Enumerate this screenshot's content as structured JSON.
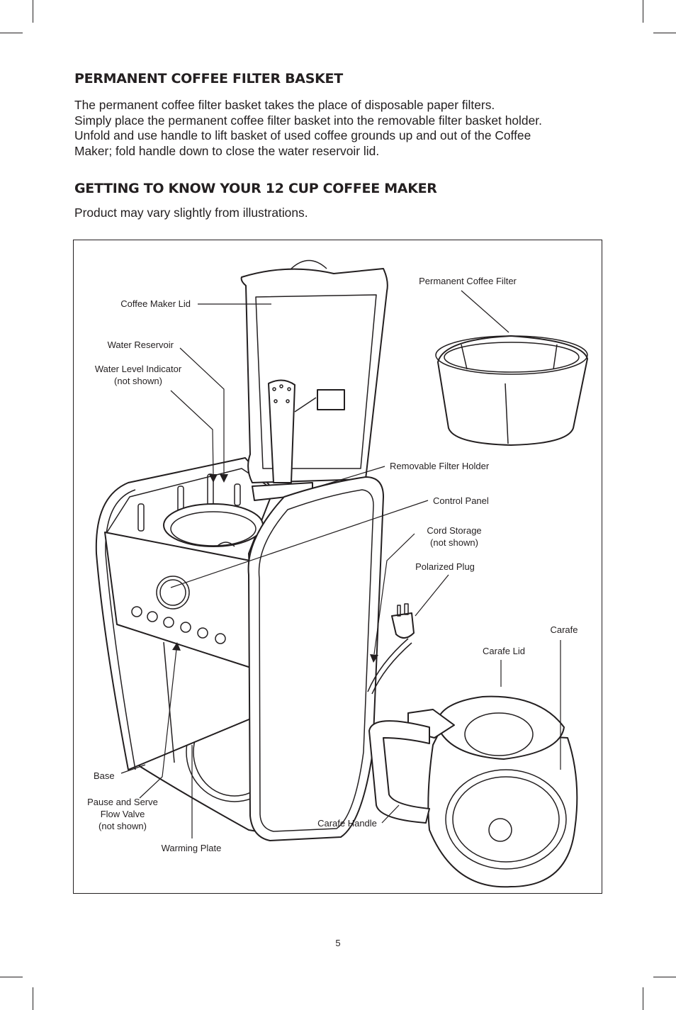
{
  "section1": {
    "heading": "PERMANENT COFFEE FILTER BASKET",
    "lines": [
      "The permanent coffee filter basket takes the place of disposable paper filters.",
      "Simply place the permanent coffee filter basket into the removable filter basket holder.",
      "Unfold and use handle to lift basket of used coffee grounds up and out of the Coffee",
      "Maker; fold handle down to close the water reservoir lid."
    ]
  },
  "section2": {
    "heading": "GETTING TO KNOW YOUR 12 CUP COFFEE MAKER",
    "note": "Product may vary slightly from illustrations."
  },
  "labels": {
    "coffee_maker_lid": "Coffee Maker Lid",
    "water_reservoir": "Water Reservoir",
    "water_level_indicator": "Water Level Indicator",
    "water_level_indicator_note": "(not shown)",
    "permanent_coffee_filter": "Permanent Coffee Filter",
    "removable_filter_holder": "Removable Filter Holder",
    "control_panel": "Control Panel",
    "cord_storage": "Cord Storage",
    "cord_storage_note": "(not shown)",
    "polarized_plug": "Polarized Plug",
    "carafe": "Carafe",
    "carafe_lid": "Carafe Lid",
    "base": "Base",
    "pause_serve_1": "Pause and Serve",
    "pause_serve_2": "Flow Valve",
    "pause_serve_3": "(not shown)",
    "carafe_handle": "Carafe Handle",
    "warming_plate": "Warming Plate"
  },
  "page_number": "5"
}
